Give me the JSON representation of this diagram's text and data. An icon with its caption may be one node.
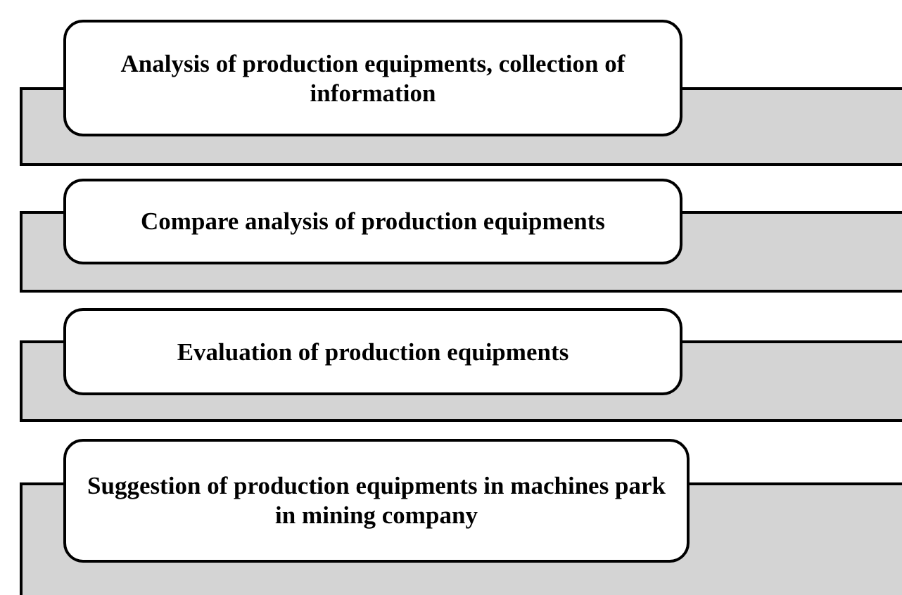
{
  "diagram": {
    "nodes": [
      {
        "text": [
          "Analysis of production equipments, collection of information"
        ]
      },
      {
        "text": [
          "Compare analysis of production equipments"
        ]
      },
      {
        "text": [
          "Evaluation of production equipments"
        ]
      },
      {
        "text": [
          "Suggestion of production equipments in machines park in mining company"
        ]
      }
    ]
  }
}
